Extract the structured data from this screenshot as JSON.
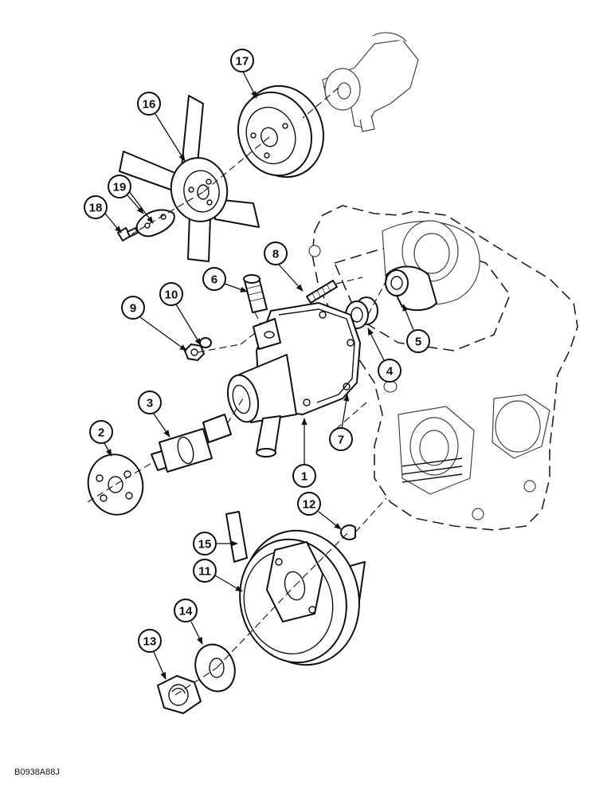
{
  "drawing_code": "B0938A88J",
  "callouts": [
    "1",
    "2",
    "3",
    "4",
    "5",
    "6",
    "7",
    "8",
    "9",
    "10",
    "11",
    "12",
    "13",
    "14",
    "15",
    "16",
    "17",
    "18",
    "19"
  ]
}
